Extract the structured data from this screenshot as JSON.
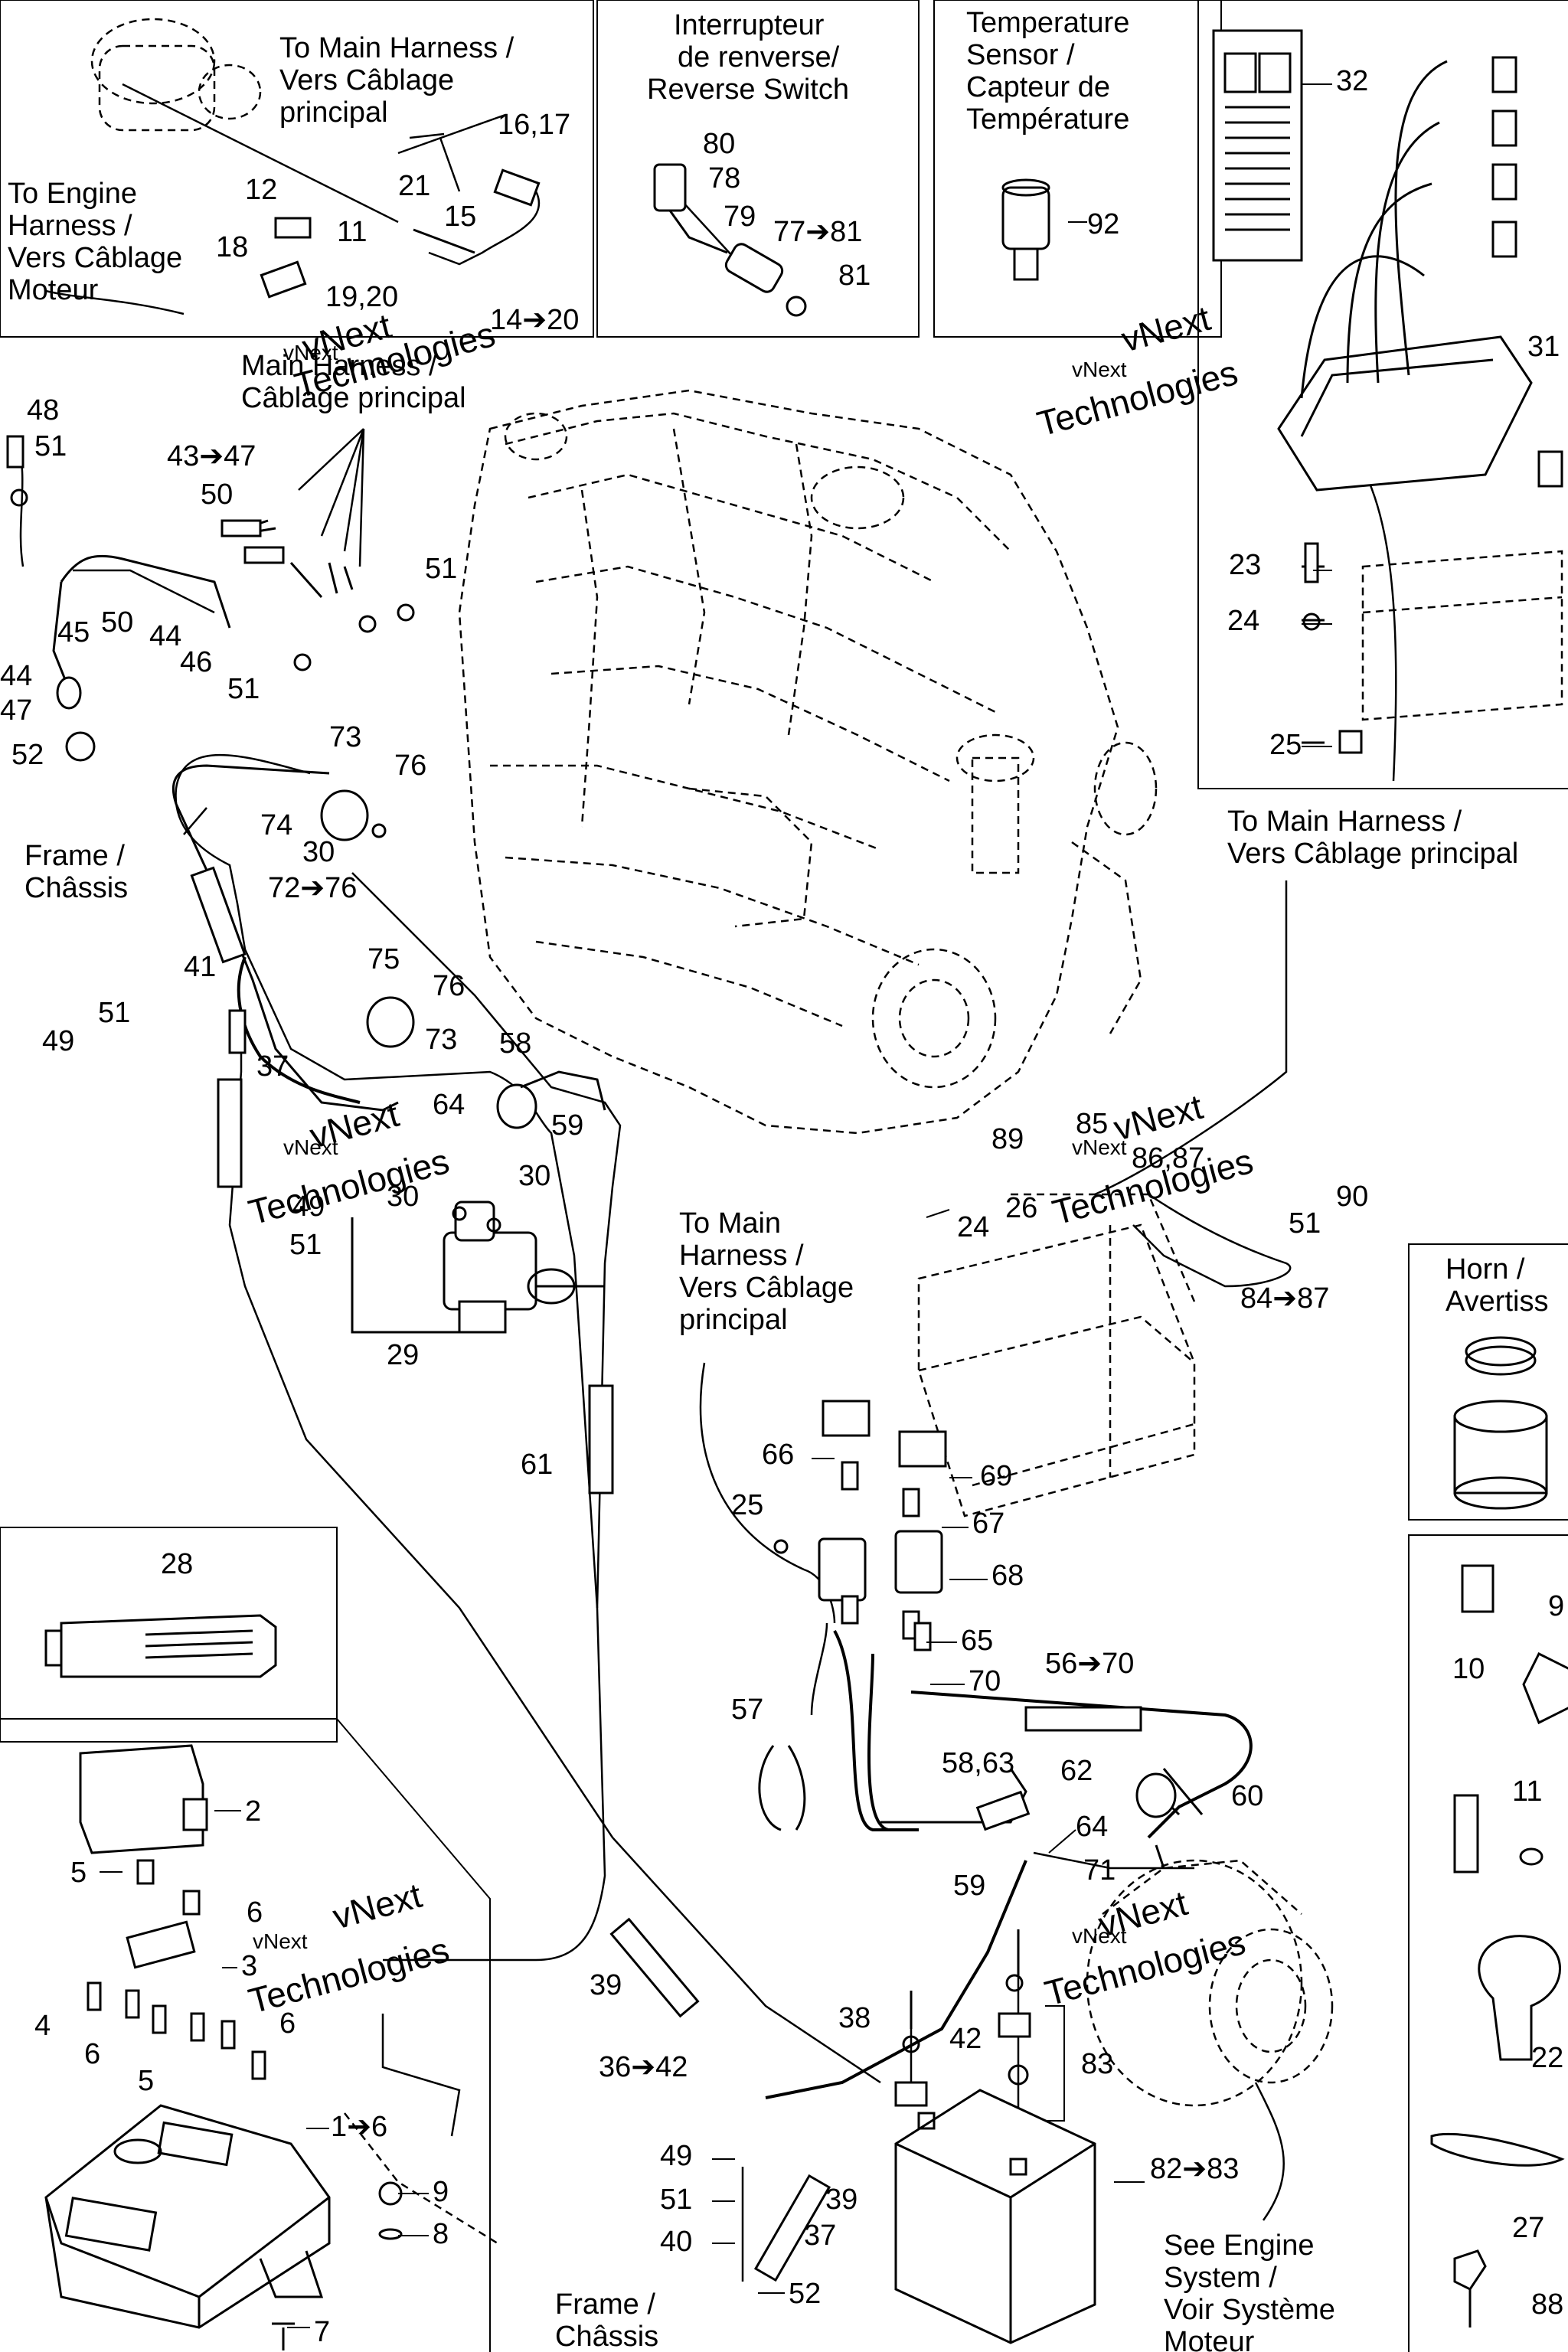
{
  "sections": {
    "harness_top": {
      "to_main_harness": [
        "To Main Harness /",
        "Vers Câblage",
        "principal"
      ],
      "to_engine_harness": [
        "To Engine",
        "Harness /",
        "Vers Câblage",
        "Moteur"
      ]
    },
    "reverse_switch": {
      "title": [
        "Interrupteur",
        "de renverse/",
        "Reverse Switch"
      ]
    },
    "temperature_sensor": {
      "title": [
        "Temperature",
        "Sensor /",
        "Capteur de",
        "Température"
      ]
    },
    "main_harness_mid": [
      "Main Harness /",
      "Câblage principal"
    ],
    "main_harness_right": [
      "To Main Harness /",
      "Vers Câblage principal"
    ],
    "frame_left": [
      "Frame /",
      "Châssis"
    ],
    "frame_bottom": [
      "Frame /",
      "Châssis"
    ],
    "main_harness_center": [
      "To Main",
      "Harness /",
      "Vers Câblage",
      "principal"
    ],
    "horn": {
      "title": [
        "Horn /",
        "Avertiss"
      ]
    },
    "engine_system": [
      "See Engine",
      "System /",
      "Voir Système",
      "Moteur"
    ]
  },
  "watermark": [
    "vNext",
    "Technologies"
  ],
  "callouts": {
    "c16_17": "16,17",
    "c12": "12",
    "c21": "21",
    "c15": "15",
    "c11": "11",
    "c18": "18",
    "c19_20": "19,20",
    "c14_20": "14➔20",
    "c80": "80",
    "c78": "78",
    "c79": "79",
    "c77_81": "77➔81",
    "c81": "81",
    "c92": "92",
    "c32": "32",
    "c31": "31",
    "c23": "23",
    "c24a": "24",
    "c25a": "25",
    "c48": "48",
    "c51a": "51",
    "c43_47": "43➔47",
    "c50a": "50",
    "c51b": "51",
    "c45": "45",
    "c50b": "50",
    "c44a": "44",
    "c46": "46",
    "c44b": "44",
    "c47": "47",
    "c51c": "51",
    "c52a": "52",
    "c73a": "73",
    "c76a": "76",
    "c74": "74",
    "c30a": "30",
    "c72_76": "72➔76",
    "c41": "41",
    "c51d": "51",
    "c49a": "49",
    "c37a": "37",
    "c75": "75",
    "c76b": "76",
    "c73b": "73",
    "c58a": "58",
    "c64a": "64",
    "c59a": "59",
    "c30b": "30",
    "c30c": "30",
    "c49b": "49",
    "c51e": "51",
    "c29": "29",
    "c89": "89",
    "c85": "85",
    "c86_87": "86,87",
    "c90": "90",
    "c26": "26",
    "c24b": "24",
    "c51f": "51",
    "c84_87": "84➔87",
    "c61": "61",
    "c66": "66",
    "c69": "69",
    "c25b": "25",
    "c67": "67",
    "c68": "68",
    "c65": "65",
    "c70": "70",
    "c56_70": "56➔70",
    "c57": "57",
    "c58_63": "58,63",
    "c62": "62",
    "c60": "60",
    "c64b": "64",
    "c59b": "59",
    "c71": "71",
    "c28": "28",
    "c2": "2",
    "c5a": "5",
    "c6a": "6",
    "c3": "3",
    "c4": "4",
    "c6b": "6",
    "c6c": "6",
    "c5b": "5",
    "c1_6": "1➔6",
    "c9a": "9",
    "c8": "8",
    "c7": "7",
    "c39a": "39",
    "c38": "38",
    "c42": "42",
    "c36_42": "36➔42",
    "c83": "83",
    "c82_83": "82➔83",
    "c49c": "49",
    "c51g": "51",
    "c39b": "39",
    "c40": "40",
    "c37b": "37",
    "c52b": "52",
    "c9b": "9",
    "c10": "10",
    "c11b": "11",
    "c22": "22",
    "c27": "27",
    "c88": "88"
  }
}
